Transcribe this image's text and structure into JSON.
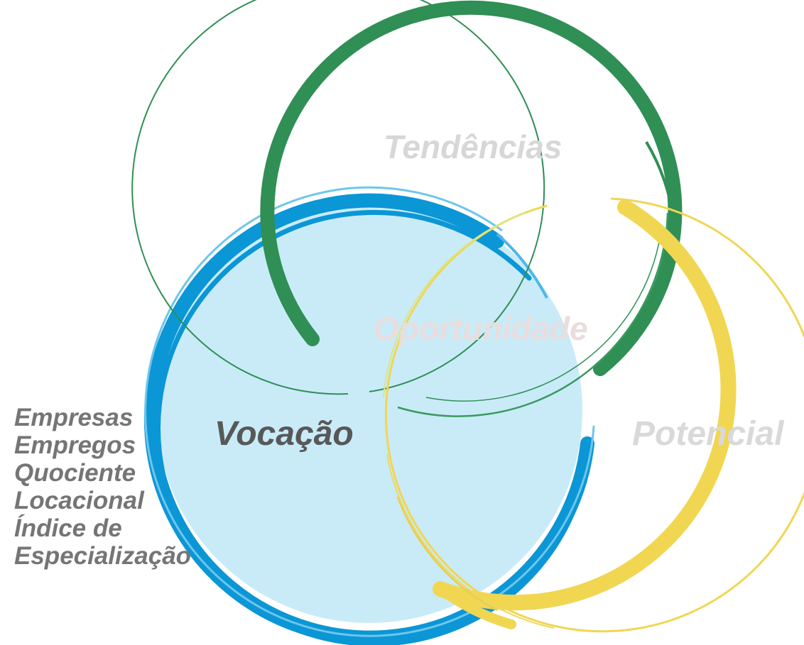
{
  "circles": [
    {
      "id": "tendencias",
      "label": "Tendências",
      "stroke_color": "#2f8f55"
    },
    {
      "id": "vocacao",
      "label": "Vocação",
      "stroke_color": "#0b96d6",
      "fill_color": "#c9ebf8"
    },
    {
      "id": "potencial",
      "label": "Potencial",
      "stroke_color": "#f1d652"
    }
  ],
  "center_label": "Oportunidade",
  "indicators": [
    "Empresas",
    "Empregos",
    "Quociente",
    "Locacional",
    "Índice de",
    "Especialização"
  ]
}
